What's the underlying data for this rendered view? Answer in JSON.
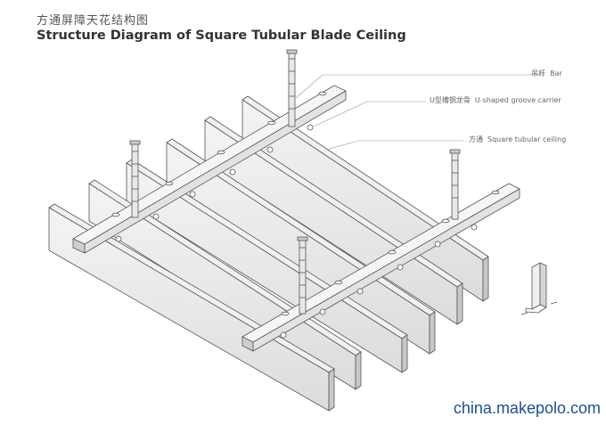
{
  "header": {
    "title_cn": "方通屏障天花结构图",
    "title_en": "Structure Diagram of Square Tubular Blade Ceiling"
  },
  "labels": {
    "bar": {
      "cn": "吊杆",
      "en": "Bar"
    },
    "carrier": {
      "cn": "U型槽钢龙骨",
      "en": "U-shaped groove carrier"
    },
    "ceiling": {
      "cn": "方通",
      "en": "Square tubular ceiling"
    }
  },
  "watermark": "china.makepolo.com",
  "colors": {
    "stroke": "#555555",
    "leader": "#999999",
    "watermark": "#1d4e91"
  }
}
